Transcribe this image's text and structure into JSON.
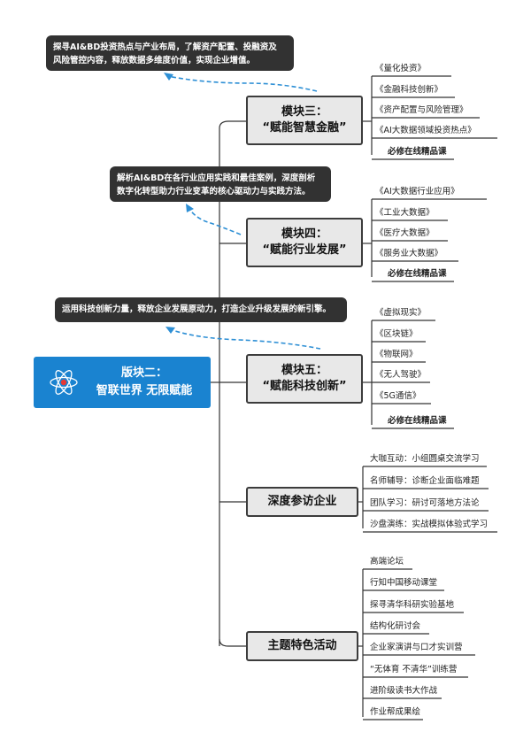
{
  "callouts": {
    "c1": [
      "探寻AI&BD投资热点与产业布局，了解资产配置、投融资及",
      "风险管控内容，释放数据多维度价值，实现企业增值。"
    ],
    "c2": [
      "解析AI&BD在各行业应用实践和最佳案例，深度剖析",
      "数字化转型助力行业变革的核心驱动力与实践方法。"
    ],
    "c3": [
      "运用科技创新力量，释放企业发展原动力，打造企业升级发展的新引擎。"
    ]
  },
  "root": {
    "line1": "版块二：",
    "line2": "智联世界  无限赋能"
  },
  "modules": {
    "m3": {
      "line1": "模块三：",
      "line2": "“赋能智慧金融”",
      "items": [
        "《量化投资》",
        "《金融科技创新》",
        "《资产配置与风险管理》",
        "《AI大数据领域投资热点》"
      ],
      "extra": "必修在线精品课"
    },
    "m4": {
      "line1": "模块四：",
      "line2": "“赋能行业发展”",
      "items": [
        "《AI大数据行业应用》",
        "《工业大数据》",
        "《医疗大数据》",
        "《服务业大数据》"
      ],
      "extra": "必修在线精品课"
    },
    "m5": {
      "line1": "模块五：",
      "line2": "“赋能科技创新”",
      "items": [
        "《虚拟现实》",
        "《区块链》",
        "《物联网》",
        "《无人驾驶》",
        "《5G通信》"
      ],
      "extra": "必修在线精品课"
    },
    "visit": {
      "title": "深度参访企业",
      "items": [
        "大咖互动：小组圆桌交流学习",
        "名师辅导：诊断企业面临难题",
        "团队学习：研讨可落地方法论",
        "沙盘演练：实战模拟体验式学习"
      ]
    },
    "activities": {
      "title": "主题特色活动",
      "items": [
        "高端论坛",
        "行知中国移动课堂",
        "探寻清华科研实验基地",
        "结构化研讨会",
        "企业家演讲与口才实训营",
        "“无体育 不清华”训练营",
        "进阶级读书大作战",
        "作业帮成果绘"
      ]
    }
  },
  "colors": {
    "root": "#1a83d0",
    "callout": "#323232",
    "module_bg": "#e8e8e8",
    "arrow": "#2d8fd5"
  }
}
